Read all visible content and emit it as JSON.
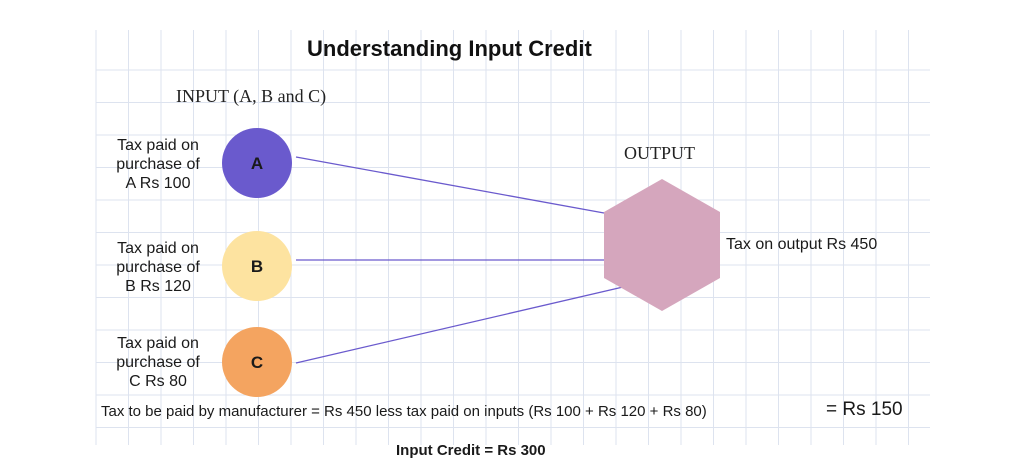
{
  "title": "Understanding Input Credit",
  "input_heading": "INPUT (A, B and C)",
  "output_heading": "OUTPUT",
  "inputs": [
    {
      "letter": "A",
      "label_lines": [
        "Tax paid on",
        "purchase of",
        "A Rs 100"
      ],
      "color": "#6a5acd"
    },
    {
      "letter": "B",
      "label_lines": [
        "Tax paid on",
        "purchase of",
        "B Rs 120"
      ],
      "color": "#fde3a0"
    },
    {
      "letter": "C",
      "label_lines": [
        "Tax paid on",
        "purchase of",
        "C Rs 80"
      ],
      "color": "#f4a460"
    }
  ],
  "output": {
    "label": "Tax on output Rs 450",
    "color": "#d5a6bd"
  },
  "connector_color": "#6a5acd",
  "grid_color": "#dde3ef",
  "summary": {
    "text": "Tax to be paid by manufacturer = Rs 450 less tax paid on inputs (Rs 100 + Rs 120 + Rs 80)",
    "result": "= Rs 150"
  },
  "input_credit": "Input Credit = Rs 300"
}
